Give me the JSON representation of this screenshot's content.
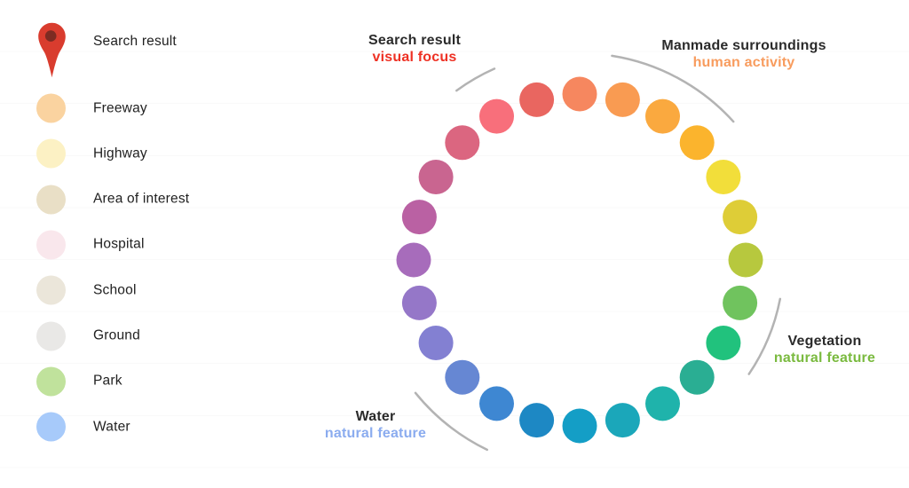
{
  "legend": {
    "pin_label": "Search result",
    "pin_color": "#D93C2E",
    "pin_inner_color": "#7D2B22",
    "items": [
      {
        "label": "Freeway",
        "color": "#FAD3A0"
      },
      {
        "label": "Highway",
        "color": "#FCF1C4"
      },
      {
        "label": "Area of interest",
        "color": "#E9DFC6"
      },
      {
        "label": "Hospital",
        "color": "#F9E7EC"
      },
      {
        "label": "School",
        "color": "#EBE6DA"
      },
      {
        "label": "Ground",
        "color": "#E9E8E6"
      },
      {
        "label": "Park",
        "color": "#C0E29C"
      },
      {
        "label": "Water",
        "color": "#A7CAFA"
      }
    ]
  },
  "wheel": {
    "dots": [
      {
        "angle": 90,
        "color": "#F6875F"
      },
      {
        "angle": 75,
        "color": "#F99B52"
      },
      {
        "angle": 60,
        "color": "#FAA93F"
      },
      {
        "angle": 45,
        "color": "#FBB42D"
      },
      {
        "angle": 30,
        "color": "#F2DE3A"
      },
      {
        "angle": 15,
        "color": "#DECD37"
      },
      {
        "angle": 0,
        "color": "#B7C83E"
      },
      {
        "angle": -15,
        "color": "#70C35E"
      },
      {
        "angle": -30,
        "color": "#21C27D"
      },
      {
        "angle": -45,
        "color": "#2AAE93"
      },
      {
        "angle": -60,
        "color": "#1FB3AB"
      },
      {
        "angle": -75,
        "color": "#1BA7BA"
      },
      {
        "angle": -90,
        "color": "#149EC6"
      },
      {
        "angle": -105,
        "color": "#1D88C4"
      },
      {
        "angle": -120,
        "color": "#3E87D2"
      },
      {
        "angle": -135,
        "color": "#6687D3"
      },
      {
        "angle": -150,
        "color": "#8380D2"
      },
      {
        "angle": -165,
        "color": "#9577C8"
      },
      {
        "angle": -180,
        "color": "#A76CBB"
      },
      {
        "angle": 165,
        "color": "#BA61A3"
      },
      {
        "angle": 150,
        "color": "#C96590"
      },
      {
        "angle": 135,
        "color": "#DB6680"
      },
      {
        "angle": 120,
        "color": "#F86F7B"
      },
      {
        "angle": 105,
        "color": "#E96660"
      }
    ],
    "arc_color": "#b3b3b3"
  },
  "annotations": [
    {
      "id": "search-result",
      "title": "Search result",
      "subtitle": "visual focus",
      "subtitle_color": "#EE3124",
      "arc": {
        "start": 114,
        "end": 126
      }
    },
    {
      "id": "manmade",
      "title": "Manmade surroundings",
      "subtitle": "human activity",
      "subtitle_color": "#F89C5E",
      "arc": {
        "start": 42,
        "end": 81
      }
    },
    {
      "id": "vegetation",
      "title": "Vegetation",
      "subtitle": "natural feature",
      "subtitle_color": "#7ABA3F",
      "arc": {
        "start": -34,
        "end": -11
      }
    },
    {
      "id": "water",
      "title": "Water",
      "subtitle": "natural feature",
      "subtitle_color": "#8BACEF",
      "arc": {
        "start": 219,
        "end": 244
      }
    }
  ]
}
